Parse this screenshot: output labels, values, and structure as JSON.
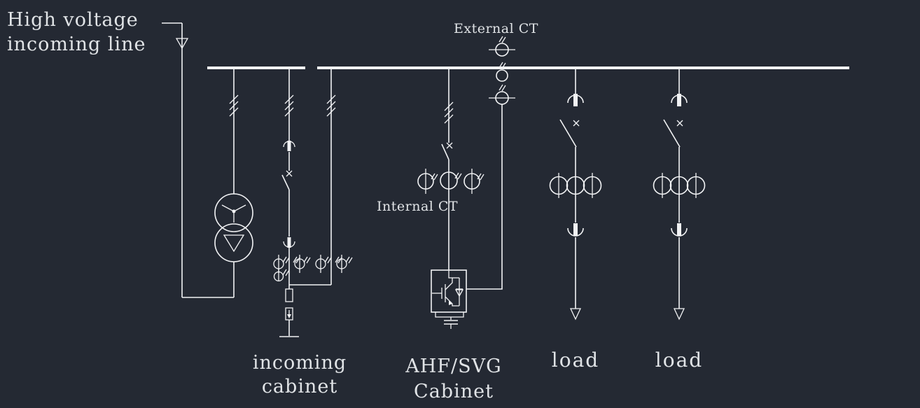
{
  "colors": {
    "background": "#242933",
    "line": "#f2f3f5",
    "text": "#e0e3e6"
  },
  "labels": {
    "hv_incoming": {
      "line1": "High voltage",
      "line2": "incoming line"
    },
    "external_ct": "External CT",
    "internal_ct": "Internal CT",
    "incoming_cabinet": {
      "line1": "incoming",
      "line2": "cabinet"
    },
    "ahf_svg_cabinet": {
      "line1": "AHF/SVG",
      "line2": "Cabinet"
    },
    "load_left": "load",
    "load_right": "load"
  },
  "diagram": {
    "type": "single-line electrical diagram (CAD dark canvas)",
    "busbar": {
      "segments": 2,
      "y": 97,
      "left_span": [
        296,
        436
      ],
      "right_span": [
        453,
        1213
      ]
    },
    "branches": [
      {
        "name": "hv-incoming-line",
        "symbols": [
          "down-arrow"
        ]
      },
      {
        "name": "transformer-branch",
        "symbols": [
          "isolator-marks",
          "two-winding-transformer-wye-delta"
        ]
      },
      {
        "name": "incoming-breaker-branch",
        "symbols": [
          "isolator-marks",
          "drawout-contact",
          "circuit-breaker",
          "drawout-contact",
          "current-transformers",
          "fuse",
          "surge-arrester",
          "earth"
        ]
      },
      {
        "name": "feeder-branch",
        "symbols": [
          "isolator-marks",
          "current-transformers"
        ]
      },
      {
        "name": "ahf-svg-branch",
        "symbols": [
          "isolator-marks",
          "circuit-breaker",
          "internal-current-transformers",
          "igbt-inverter-with-diode",
          "dc-capacitor"
        ]
      },
      {
        "name": "external-ct-branch",
        "symbols": [
          "ct",
          "ct",
          "ct"
        ]
      },
      {
        "name": "load-branch-1",
        "symbols": [
          "drawout-contact",
          "circuit-breaker",
          "current-transformers",
          "drawout-contact",
          "load-arrow"
        ]
      },
      {
        "name": "load-branch-2",
        "symbols": [
          "drawout-contact",
          "circuit-breaker",
          "current-transformers",
          "drawout-contact",
          "load-arrow"
        ]
      }
    ]
  }
}
